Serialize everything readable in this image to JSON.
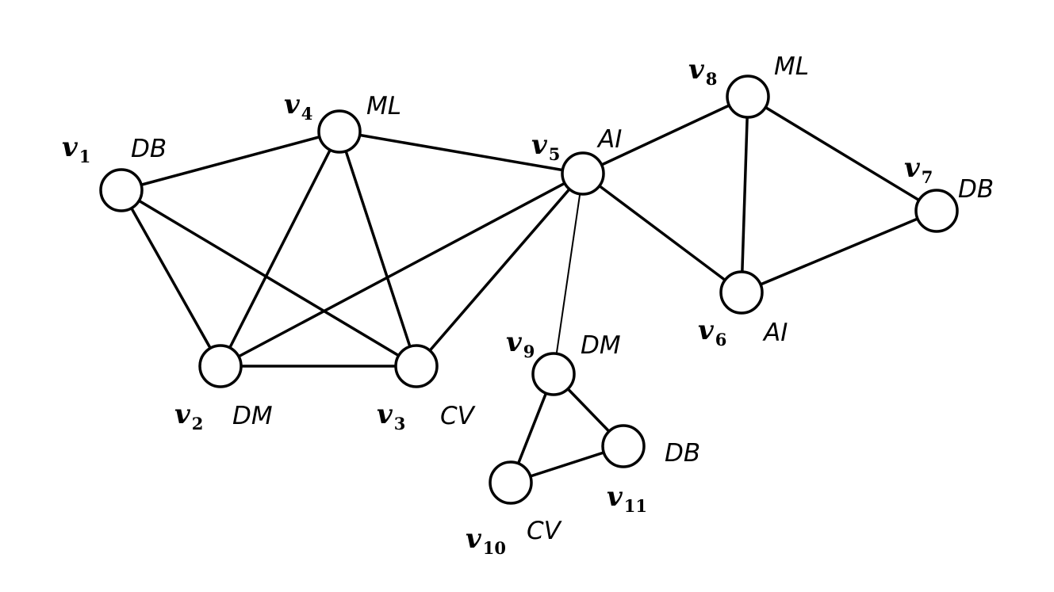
{
  "nodes": [
    {
      "id": "v1",
      "name": "v",
      "sub": "1",
      "label": "DB"
    },
    {
      "id": "v2",
      "name": "v",
      "sub": "2",
      "label": "DM"
    },
    {
      "id": "v3",
      "name": "v",
      "sub": "3",
      "label": "CV"
    },
    {
      "id": "v4",
      "name": "v",
      "sub": "4",
      "label": "ML"
    },
    {
      "id": "v5",
      "name": "v",
      "sub": "5",
      "label": "AI"
    },
    {
      "id": "v6",
      "name": "v",
      "sub": "6",
      "label": "AI"
    },
    {
      "id": "v7",
      "name": "v",
      "sub": "7",
      "label": "DB"
    },
    {
      "id": "v8",
      "name": "v",
      "sub": "8",
      "label": "ML"
    },
    {
      "id": "v9",
      "name": "v",
      "sub": "9",
      "label": "DM"
    },
    {
      "id": "v10",
      "name": "v",
      "sub": "10",
      "label": "CV"
    },
    {
      "id": "v11",
      "name": "v",
      "sub": "11",
      "label": "DB"
    }
  ],
  "edges": [
    [
      "v1",
      "v4"
    ],
    [
      "v1",
      "v2"
    ],
    [
      "v1",
      "v3"
    ],
    [
      "v4",
      "v2"
    ],
    [
      "v4",
      "v3"
    ],
    [
      "v4",
      "v5"
    ],
    [
      "v2",
      "v3"
    ],
    [
      "v2",
      "v5"
    ],
    [
      "v3",
      "v5"
    ],
    [
      "v5",
      "v9"
    ],
    [
      "v5",
      "v8"
    ],
    [
      "v5",
      "v6"
    ],
    [
      "v8",
      "v6"
    ],
    [
      "v8",
      "v7"
    ],
    [
      "v6",
      "v7"
    ],
    [
      "v9",
      "v11"
    ],
    [
      "v9",
      "v10"
    ],
    [
      "v10",
      "v11"
    ]
  ]
}
